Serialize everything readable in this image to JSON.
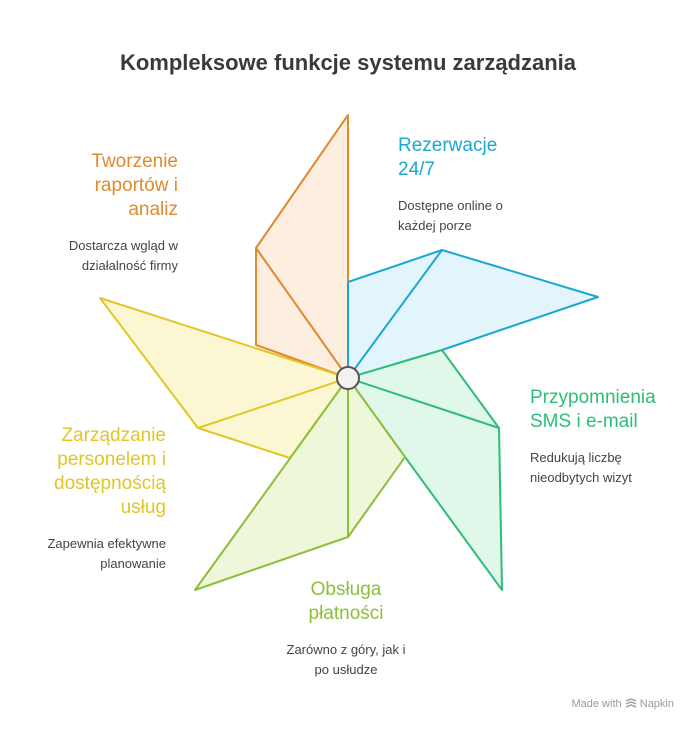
{
  "title": "Kompleksowe funkcje systemu zarządzania",
  "items": {
    "reports": {
      "head_lines": [
        "Tworzenie",
        "raportów i",
        "analiz"
      ],
      "desc_lines": [
        "Dostarcza wgląd w",
        "działalność firmy"
      ],
      "color": "#e08a2e"
    },
    "booking": {
      "head_lines": [
        "Rezerwacje",
        "24/7"
      ],
      "desc_lines": [
        "Dostępne online o",
        "każdej porze"
      ],
      "color": "#1ba7cf"
    },
    "reminders": {
      "head_lines": [
        "Przypomnienia",
        "SMS i e-mail"
      ],
      "desc_lines": [
        "Redukują liczbę",
        "nieodbytych wizyt"
      ],
      "color": "#2ebd78"
    },
    "staff": {
      "head_lines": [
        "Zarządzanie",
        "personelem i",
        "dostępnością",
        "usług"
      ],
      "desc_lines": [
        "Zapewnia efektywne",
        "planowanie"
      ],
      "color": "#e1c625"
    },
    "payments": {
      "head_lines": [
        "Obsługa",
        "płatności"
      ],
      "desc_lines": [
        "Zarówno z góry, jak i",
        "po usłudze"
      ],
      "color": "#8cbf3a"
    }
  },
  "footer": {
    "prefix": "Made with",
    "brand": "Napkin"
  }
}
